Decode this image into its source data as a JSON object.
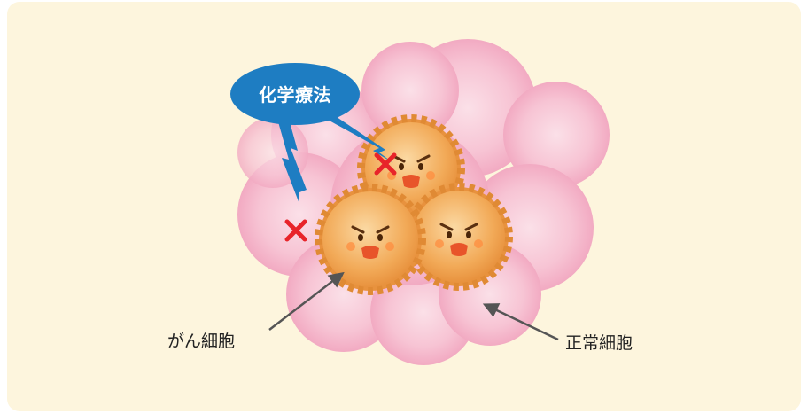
{
  "diagram": {
    "treatment_label": "化学療法",
    "cancer_cell_label": "がん細胞",
    "normal_cell_label": "正常細胞"
  },
  "colors": {
    "background": "#fdf5dd",
    "bubble": "#1e7dc2",
    "cancer_cell": "#f0a650",
    "normal_cell": "#f6bcd0",
    "x_mark": "#e8242a",
    "arrow": "#555555"
  }
}
